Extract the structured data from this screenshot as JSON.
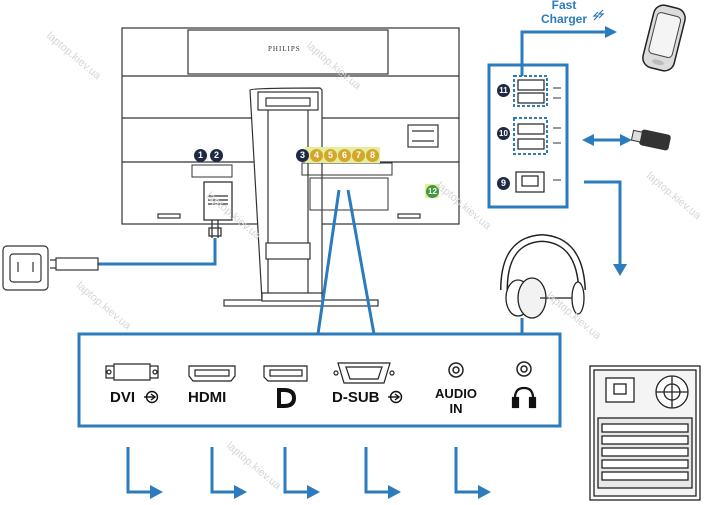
{
  "brand": "PHILIPS",
  "fast_charger": {
    "line1": "Fast",
    "line2": "Charger"
  },
  "port_labels": {
    "dvi": "DVI",
    "hdmi": "HDMI",
    "dsub": "D-SUB",
    "audio_in_line1": "AUDIO",
    "audio_in_line2": "IN"
  },
  "callouts": [
    "1",
    "2",
    "3",
    "4",
    "5",
    "6",
    "7",
    "8",
    "9",
    "10",
    "11",
    "12"
  ],
  "watermark": "laptop.kiev.ua",
  "colors": {
    "accent": "#2b7bbd",
    "highlight": "#e4ee9c",
    "line": "#333333"
  }
}
